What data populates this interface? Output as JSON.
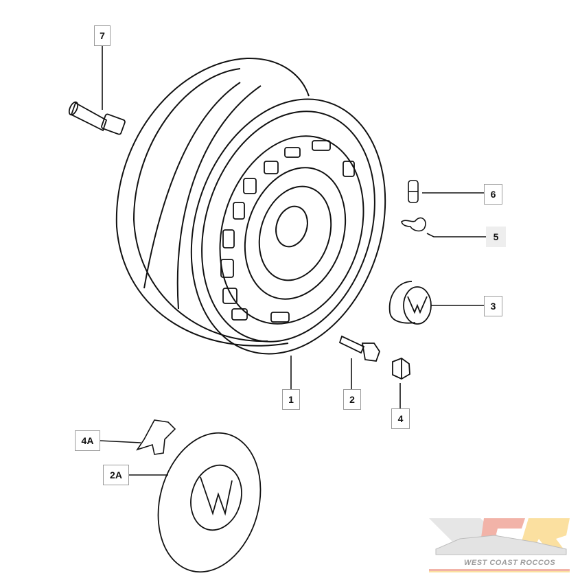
{
  "callouts": {
    "p7": "7",
    "p6": "6",
    "p5": "5",
    "p3": "3",
    "p1": "1",
    "p2": "2",
    "p4": "4",
    "p4a": "4A",
    "p2a": "2A"
  },
  "logo": {
    "text": "WEST COAST ROCCOS"
  },
  "colors": {
    "line": "#111111",
    "highlight": "#eeeeee",
    "logo_red": "#f2b3a8",
    "logo_yellow": "#fbe0a0"
  }
}
